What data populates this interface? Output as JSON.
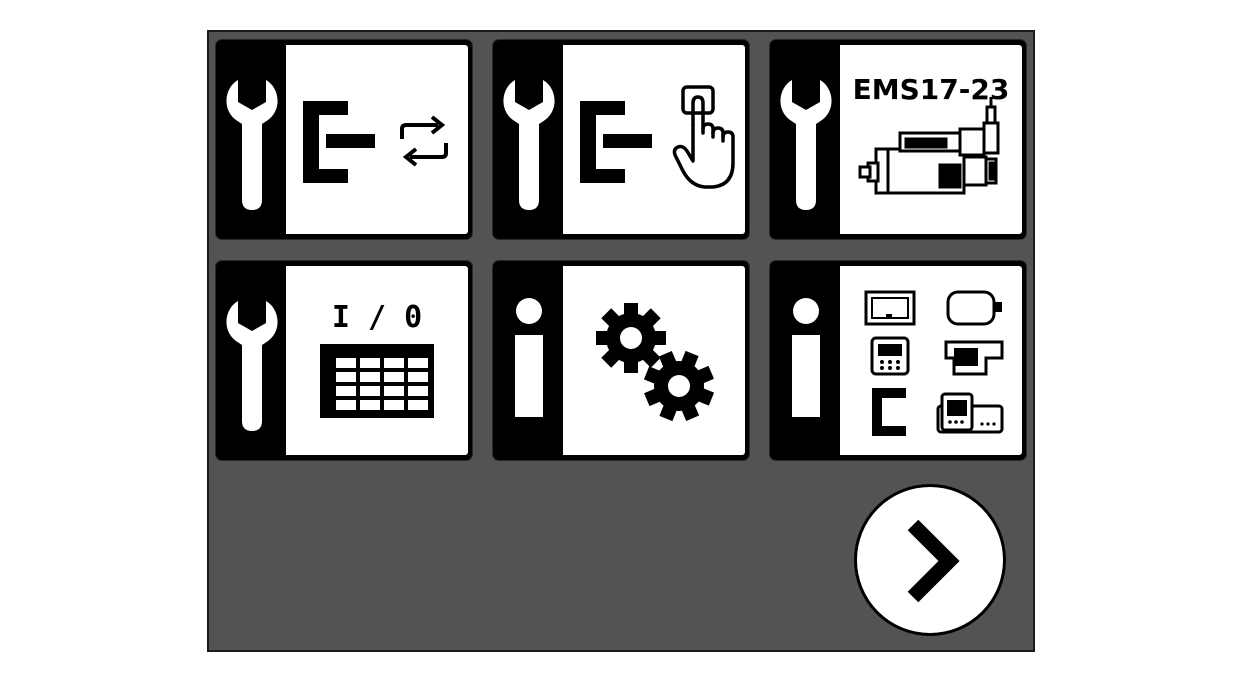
{
  "menu": {
    "tiles": [
      {
        "id": "service-actuator-cycle",
        "category": "service",
        "icon": "wrench-icon",
        "content_icon": "actuator-cycle-icon"
      },
      {
        "id": "service-actuator-manual",
        "category": "service",
        "icon": "wrench-icon",
        "content_icon": "actuator-touch-icon"
      },
      {
        "id": "service-ems",
        "category": "service",
        "icon": "wrench-icon",
        "content_icon": "ems-machine-icon",
        "label": "EMS17-23"
      },
      {
        "id": "service-io",
        "category": "service",
        "icon": "wrench-icon",
        "content_icon": "io-table-icon",
        "label": "I / 0"
      },
      {
        "id": "info-settings",
        "category": "info",
        "icon": "info-icon",
        "content_icon": "gears-icon"
      },
      {
        "id": "info-components",
        "category": "info",
        "icon": "info-icon",
        "content_icon": "components-icon"
      }
    ],
    "next_button": {
      "icon": "chevron-right-icon"
    }
  },
  "colors": {
    "background": "#535353",
    "tile": "#000000",
    "panel": "#ffffff"
  }
}
